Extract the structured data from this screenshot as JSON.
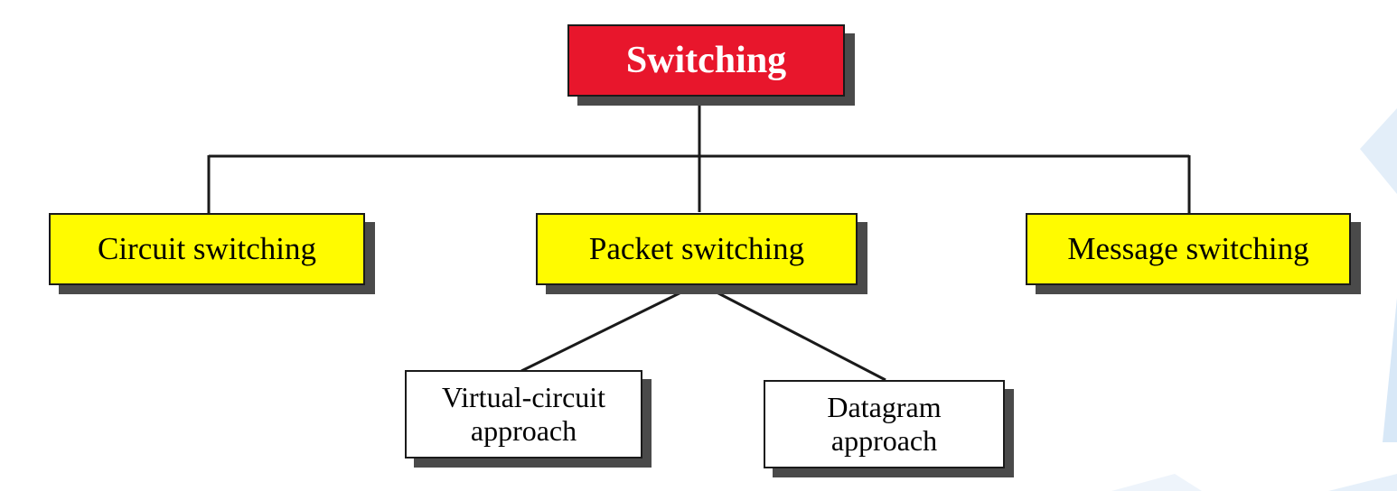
{
  "diagram": {
    "root": {
      "label": "Switching"
    },
    "categories": [
      {
        "id": "circuit",
        "label": "Circuit switching"
      },
      {
        "id": "packet",
        "label": "Packet switching"
      },
      {
        "id": "message",
        "label": "Message switching"
      }
    ],
    "packet_subtypes": [
      {
        "id": "virtual-circuit",
        "lines": [
          "Virtual-circuit",
          "approach"
        ]
      },
      {
        "id": "datagram",
        "lines": [
          "Datagram",
          "approach"
        ]
      }
    ]
  },
  "colors": {
    "root_fill": "#e8162c",
    "category_fill": "#fffb00",
    "subtype_fill": "#ffffff",
    "outline": "#1a1a1a",
    "shadow": "#4a4a4a",
    "decoration": "#dbe9f7"
  }
}
